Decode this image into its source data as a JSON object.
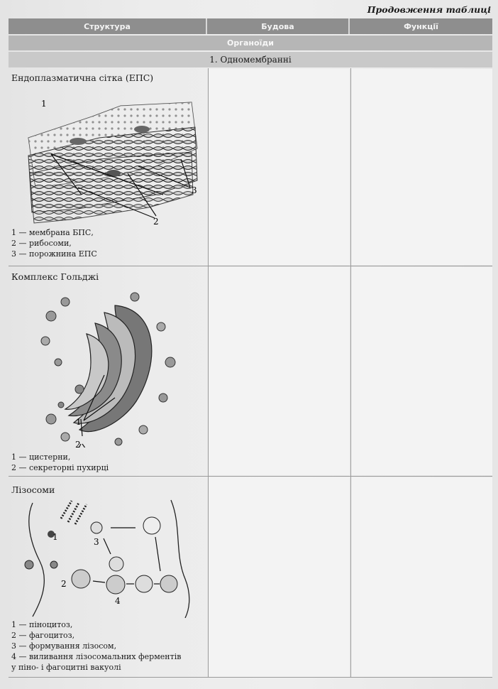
{
  "continuation_title": "Продовження таблиці",
  "header": {
    "col1": "Структура",
    "col2": "Будова",
    "col3": "Функції"
  },
  "section": "Органоїди",
  "subsection": "1. Одномембранні",
  "rows": [
    {
      "title": "Ендоплазматична сітка (ЕПС)",
      "callouts": [
        "1",
        "2",
        "3"
      ],
      "legend": [
        "1 — мембрана БПС,",
        "2 — рибосоми,",
        "3 — порожнина ЕПС"
      ]
    },
    {
      "title": "Комплекс Гольджі",
      "callouts": [
        "1",
        "2"
      ],
      "legend": [
        "1 — цистерни,",
        "2 — секреторні пухирці"
      ]
    },
    {
      "title": "Лізосоми",
      "callouts": [
        "1",
        "2",
        "3",
        "4"
      ],
      "legend": [
        "1 — піноцитоз,",
        "2 — фагоцитоз,",
        "3 — формування лізосом,",
        "4 — виливання лізосомальних ферментів",
        "у піно- і фагоцитні вакуолі"
      ]
    }
  ]
}
